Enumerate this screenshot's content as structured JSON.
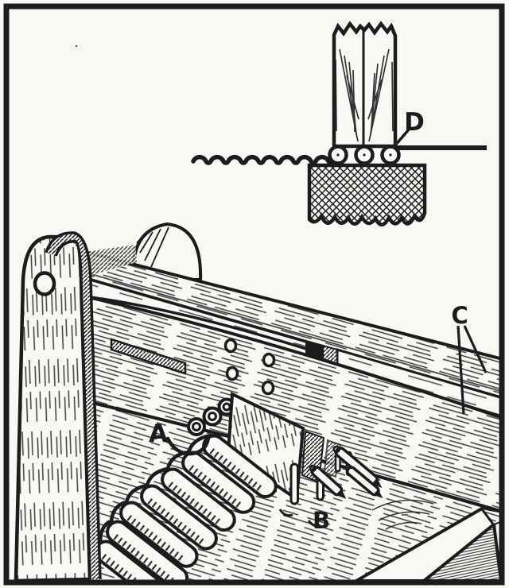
{
  "illustration": {
    "type": "vintage technical engraving",
    "subject": "wooden sheet-metal crimping jig with cross-section detail inset",
    "ink_color": "#1c1c1c",
    "paper_color": "#f9f8f4",
    "labels": {
      "a": "A",
      "b": "B",
      "c": "C",
      "d": "D"
    },
    "detail_inset": {
      "roller_count": 3
    },
    "front_rail_hole_count": 4,
    "post_hole_count": 1
  }
}
